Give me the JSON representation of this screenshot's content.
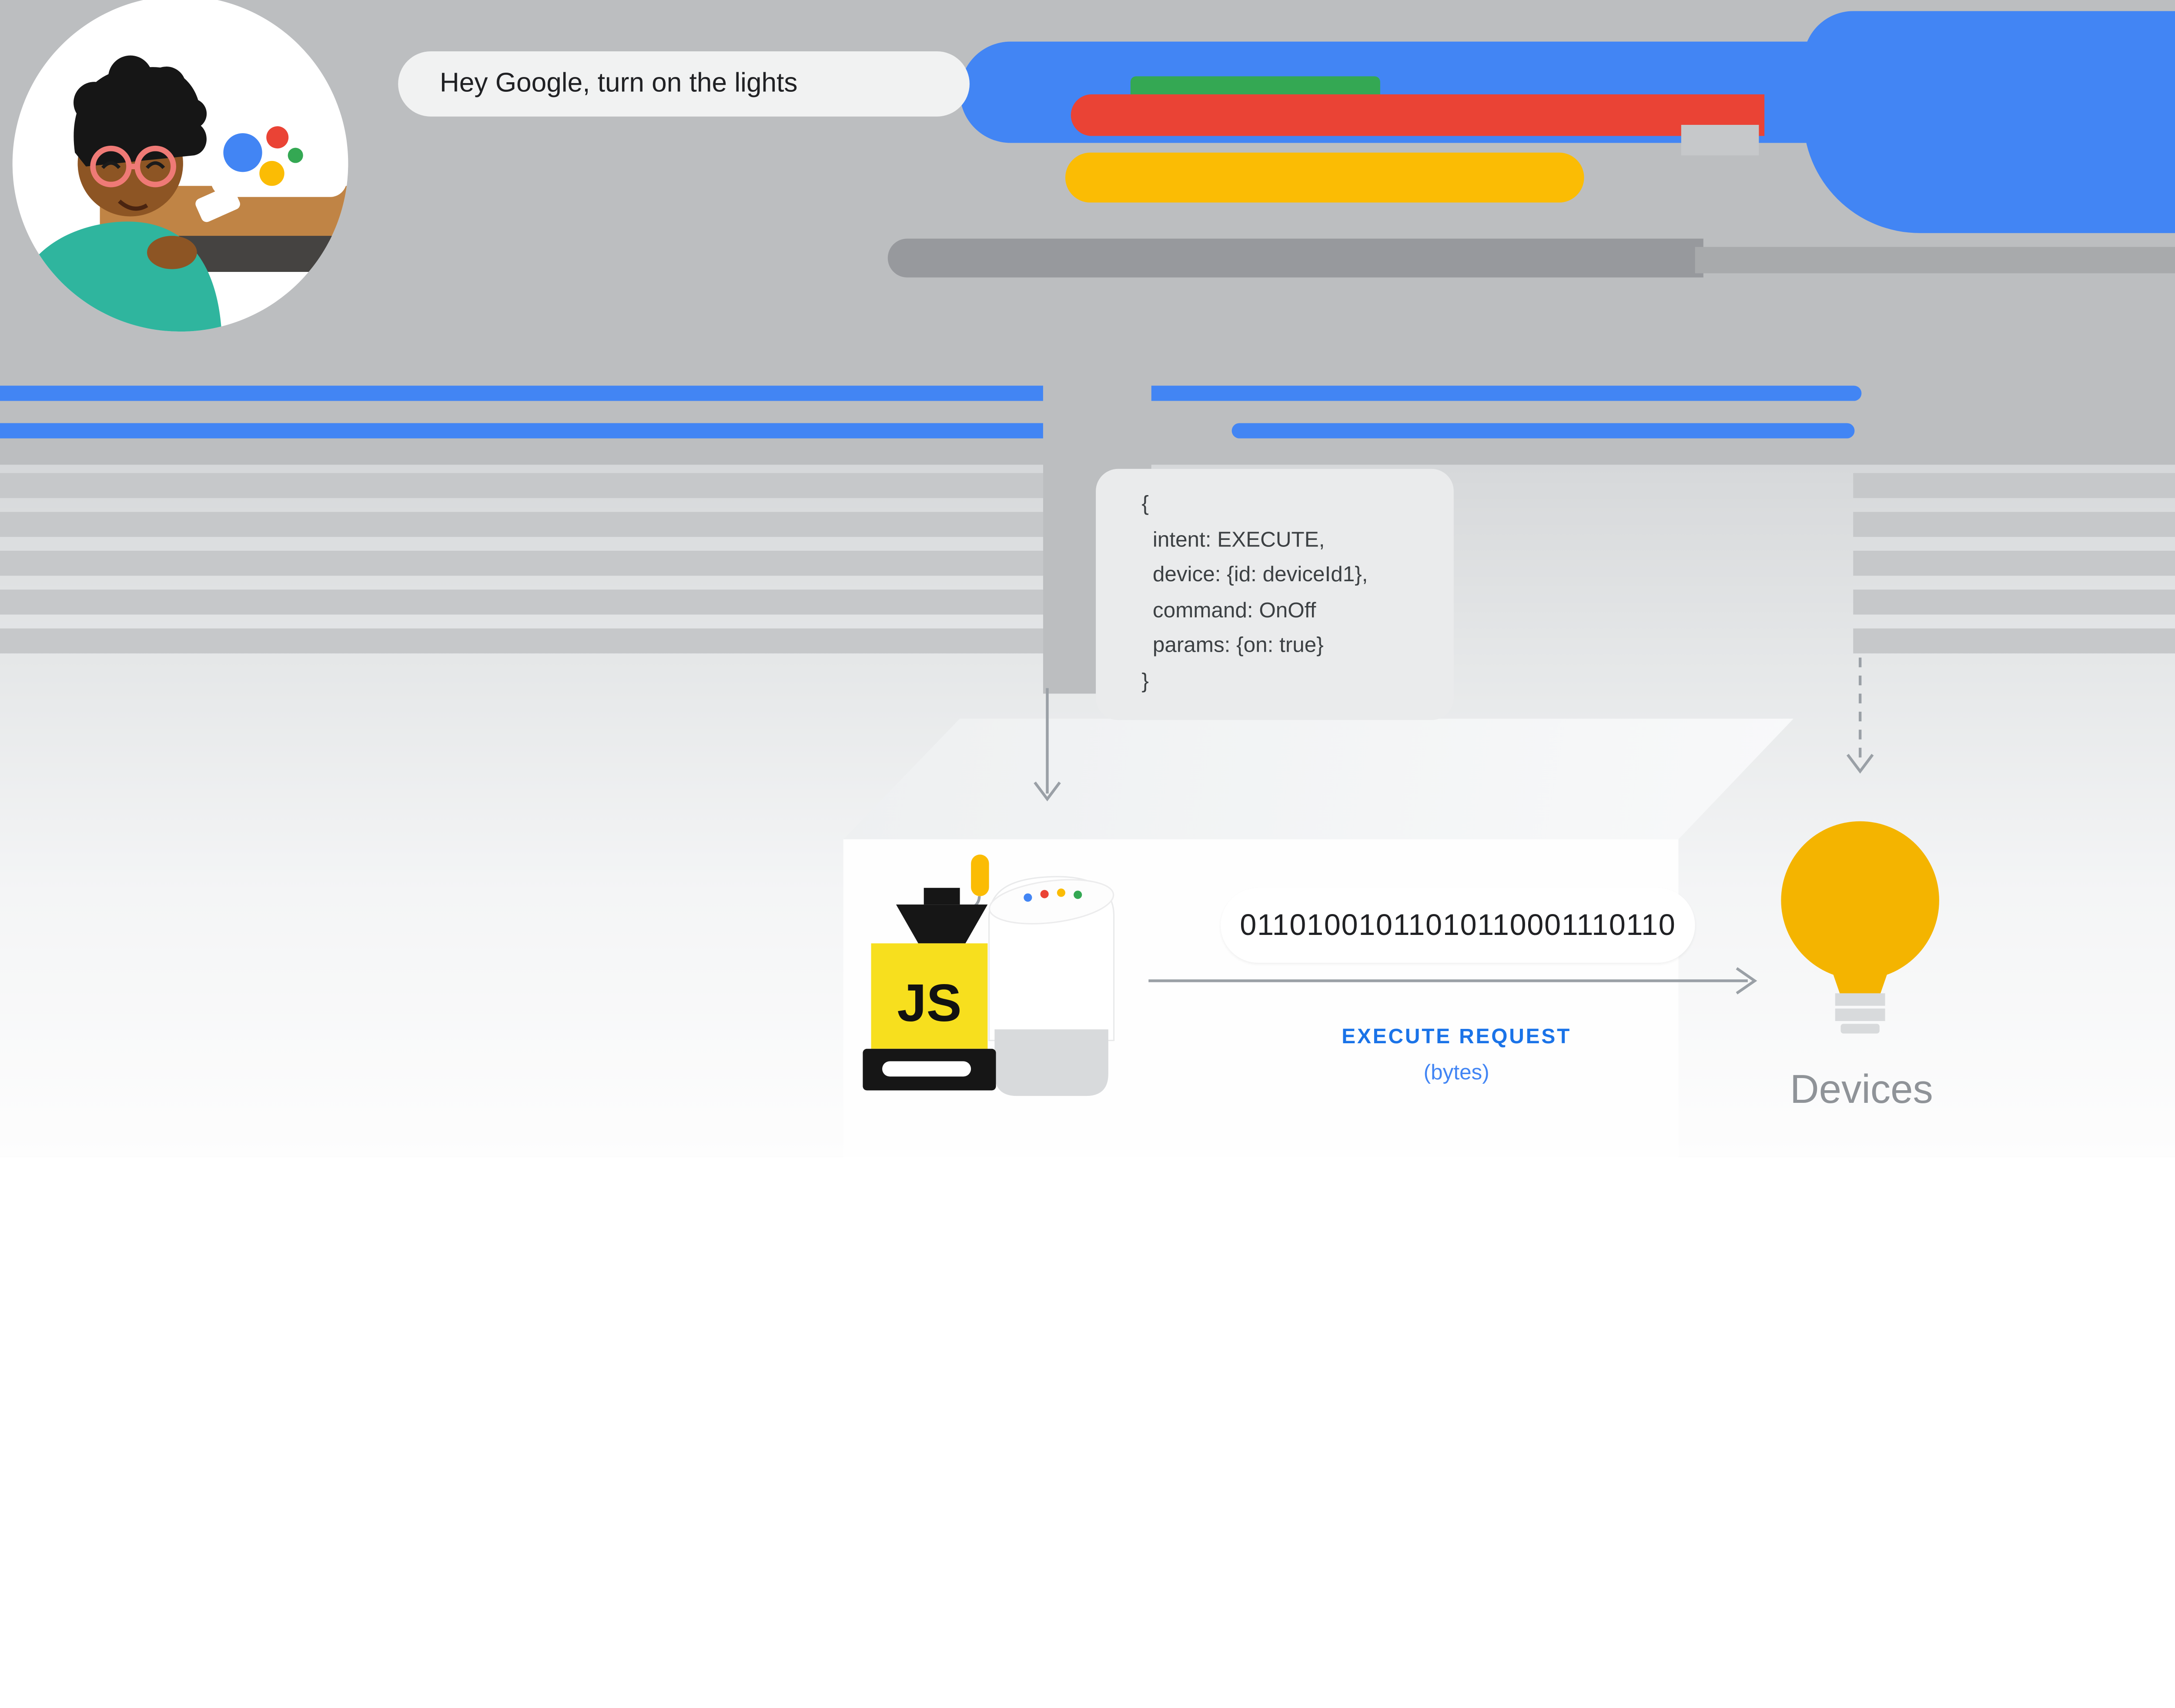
{
  "utterance": {
    "text": "Hey Google, turn on the lights"
  },
  "intent_payload": {
    "lines": [
      "{",
      "intent: EXECUTE,",
      "device: {id: deviceId1},",
      "command: OnOff",
      "params: {on: true}",
      "}"
    ]
  },
  "local_app": {
    "badge": "JS"
  },
  "transmission": {
    "binary": "01101001011010110001110110",
    "label": "EXECUTE REQUEST",
    "sublabel": "(bytes)"
  },
  "devices": {
    "label": "Devices"
  },
  "icons": {
    "assistant_logo": "assistant-logo-icon",
    "google_home": "google-home-icon",
    "local_app": "local-app-icon",
    "lightbulb": "lightbulb-icon",
    "arrow_down": "arrow-down-icon",
    "dashed_arrow_down": "dashed-arrow-down-icon",
    "arrow_right": "arrow-right-icon"
  },
  "colors": {
    "google_blue": "#4285f4",
    "google_red": "#ea4335",
    "google_yellow": "#fbbc04",
    "google_green": "#34a853",
    "label_blue": "#1a73e8",
    "js_yellow": "#f7df1e",
    "bulb_yellow": "#f4b400",
    "background_gray": "#bcbec0",
    "devices_gray": "#8f9398"
  }
}
